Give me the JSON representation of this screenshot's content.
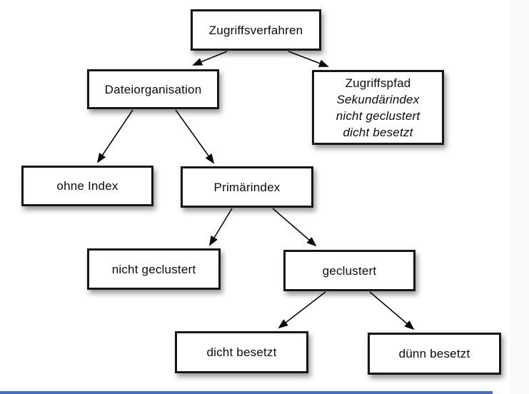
{
  "diagram": {
    "nodes": {
      "root": {
        "label": "Zugriffsverfahren"
      },
      "dateiorganisation": {
        "label": "Dateiorganisation"
      },
      "zugriffspfad": {
        "title": "Zugriffspfad",
        "line2": "Sekundärindex",
        "line3": "nicht geclustert",
        "line4": "dicht besetzt"
      },
      "ohne_index": {
        "label": "ohne Index"
      },
      "primaerindex": {
        "label": "Primärindex"
      },
      "nicht_geclustert": {
        "label": "nicht geclustert"
      },
      "geclustert": {
        "label": "geclustert"
      },
      "dicht_besetzt": {
        "label": "dicht besetzt"
      },
      "duenn_besetzt": {
        "label": "dünn besetzt"
      }
    },
    "edges": [
      {
        "from": "Zugriffsverfahren",
        "to": "Dateiorganisation"
      },
      {
        "from": "Zugriffsverfahren",
        "to": "Zugriffspfad"
      },
      {
        "from": "Dateiorganisation",
        "to": "ohne Index"
      },
      {
        "from": "Dateiorganisation",
        "to": "Primärindex"
      },
      {
        "from": "Primärindex",
        "to": "nicht geclustert"
      },
      {
        "from": "Primärindex",
        "to": "geclustert"
      },
      {
        "from": "geclustert",
        "to": "dicht besetzt"
      },
      {
        "from": "geclustert",
        "to": "dünn besetzt"
      }
    ],
    "colors": {
      "box_border": "#161616",
      "box_fill": "#ffffff",
      "text": "#0a0a0a",
      "background": "#ffffff",
      "right_strip": "#f9f9f9",
      "bottom_bar": "#3e6ed3"
    }
  }
}
